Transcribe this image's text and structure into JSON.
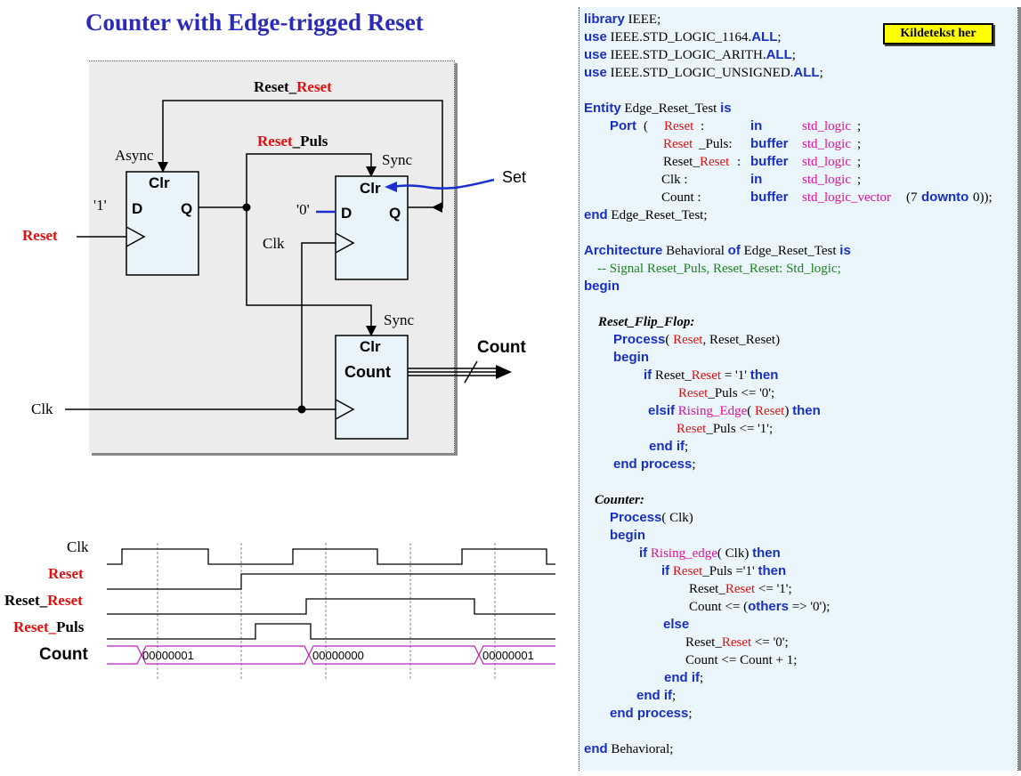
{
  "title": "Counter with Edge-trigged Reset",
  "schematic": {
    "reset_reset_prefix": "Reset_",
    "reset_reset_suffix": "Reset",
    "reset_puls_prefix": "Reset",
    "reset_puls_suffix": "_Puls",
    "async": "Async",
    "sync1": "Sync",
    "sync2": "Sync",
    "clr": "Clr",
    "d": "D",
    "q": "Q",
    "one": "'1'",
    "zero": "'0'",
    "reset_in": "Reset",
    "clk_in": "Clk",
    "clk_label": "Clk",
    "set_label": "Set",
    "count_label": "Count",
    "count_box": "Count"
  },
  "timing": {
    "clk": "Clk",
    "reset": "Reset",
    "reset_reset_prefix": "Reset_",
    "reset_reset_suffix": "Reset",
    "reset_puls_prefix": "Reset_",
    "reset_puls_suffix": "Puls",
    "count": "Count",
    "values": [
      "00000001",
      "00000000",
      "00000001"
    ]
  },
  "code": {
    "source_label": "Kildetekst her",
    "l1a": "library",
    "l1b": " IEEE;",
    "l2a": "use",
    "l2b": " IEEE.STD_LOGIC_1164.",
    "l2c": "ALL",
    "l2d": ";",
    "l3a": "use",
    "l3b": " IEEE.STD_LOGIC_ARITH.",
    "l3c": "ALL",
    "l3d": ";",
    "l4a": "use",
    "l4b": " IEEE.STD_LOGIC_UNSIGNED.",
    "l4c": "ALL",
    "l4d": ";",
    "e1a": "Entity",
    "e1b": " Edge_Reset_Test ",
    "e1c": "is",
    "p1a": "Port",
    "p1b": " (",
    "p1c": "Reset",
    "p1d": " :",
    "p1e": "in",
    "p1f": "std_logic",
    "p1g": ";",
    "p2a": "Reset",
    "p2b": "_Puls:",
    "p2c": "buffer",
    "p2d": "std_logic",
    "p2e": ";",
    "p3a": "Reset_",
    "p3b": "Reset",
    "p3c": ":",
    "p3d": "buffer",
    "p3e": "std_logic",
    "p3f": ";",
    "p4a": "Clk :",
    "p4b": "in",
    "p4c": "std_logic",
    "p4d": ";",
    "p5a": "Count :",
    "p5b": "buffer",
    "p5c": "std_logic_vector",
    "p5d": "(7 ",
    "p5e": "downto",
    "p5f": " 0));",
    "e2a": "end",
    "e2b": " Edge_Reset_Test;",
    "a1a": "Architecture",
    "a1b": " Behavioral ",
    "a1c": "of",
    "a1d": " Edge_Reset_Test ",
    "a1e": "is",
    "a2": "-- Signal  Reset_Puls, Reset_Reset: Std_logic;",
    "a3": "begin",
    "f1": "Reset_Flip_Flop:",
    "f2a": "Process",
    "f2b": "( ",
    "f2c": "Reset",
    "f2d": ",  Reset_Reset)",
    "f3": "begin",
    "f4a": "if",
    "f4b": " Reset_",
    "f4c": "Reset",
    "f4d": " = '1' ",
    "f4e": "then",
    "f5a": "Reset",
    "f5b": "_Puls <= '0';",
    "f6a": "elsif",
    "f6b": "Rising_Edge",
    "f6c": "( ",
    "f6d": "Reset",
    "f6e": ") ",
    "f6f": "then",
    "f7a": "Reset",
    "f7b": "_Puls <= '1';",
    "f8a": "end if",
    "f8b": ";",
    "f9a": "end process",
    "f9b": ";",
    "c1": "Counter:",
    "c2a": "Process",
    "c2b": "( Clk)",
    "c3": "begin",
    "c4a": "if",
    "c4b": "Rising_edge",
    "c4c": "( Clk) ",
    "c4d": "then",
    "c5a": "if",
    "c5b": "Reset",
    "c5c": "_Puls ='1' ",
    "c5d": "then",
    "c6a": "Reset_",
    "c6b": "Reset",
    "c6c": " <= '1';",
    "c7a": "Count   <= (",
    "c7b": "others",
    "c7c": " => '0');",
    "c8": "else",
    "c9a": "Reset_",
    "c9b": "Reset",
    "c9c": " <= '0';",
    "c10": "Count       <= Count + 1;",
    "c11a": "end if",
    "c11b": ";",
    "c12a": "end if",
    "c12b": ";",
    "c13a": "end process",
    "c13b": ";",
    "z1a": "end",
    "z1b": " Behavioral;"
  }
}
